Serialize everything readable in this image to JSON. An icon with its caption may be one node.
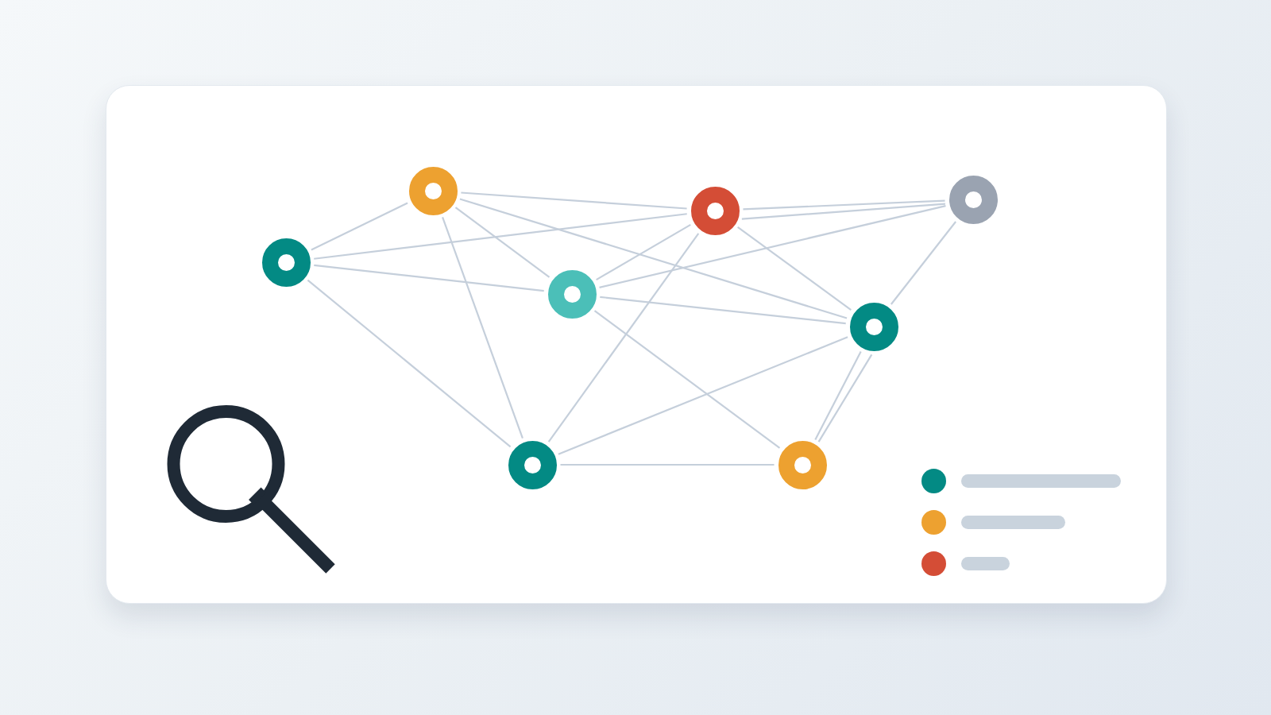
{
  "diagram": {
    "nodes": [
      {
        "text": [],
        "shape": "circle"
      },
      {
        "text": [],
        "shape": "circle"
      },
      {
        "text": [],
        "shape": "circle"
      },
      {
        "text": [],
        "shape": "circle"
      },
      {
        "text": [],
        "shape": "circle"
      },
      {
        "text": [],
        "shape": "circle"
      },
      {
        "text": [],
        "shape": "circle"
      },
      {
        "text": [],
        "shape": "circle"
      }
    ],
    "edges": [
      {
        "from": 0,
        "to": 3,
        "arrow": "none"
      },
      {
        "from": 0,
        "to": 1,
        "arrow": "none"
      },
      {
        "from": 0,
        "to": 4,
        "arrow": "none"
      },
      {
        "from": 0,
        "to": 5,
        "arrow": "none"
      },
      {
        "from": 0,
        "to": 6,
        "arrow": "none"
      },
      {
        "from": 1,
        "to": 2,
        "arrow": "none"
      },
      {
        "from": 1,
        "to": 2,
        "arrow": "none"
      },
      {
        "from": 4,
        "to": 2,
        "arrow": "none"
      },
      {
        "from": 3,
        "to": 1,
        "arrow": "none"
      },
      {
        "from": 1,
        "to": 4,
        "arrow": "none"
      },
      {
        "from": 1,
        "to": 6,
        "arrow": "none"
      },
      {
        "from": 1,
        "to": 5,
        "arrow": "none"
      },
      {
        "from": 2,
        "to": 5,
        "arrow": "none"
      },
      {
        "from": 3,
        "to": 4,
        "arrow": "none"
      },
      {
        "from": 3,
        "to": 6,
        "arrow": "none"
      },
      {
        "from": 4,
        "to": 5,
        "arrow": "none"
      },
      {
        "from": 4,
        "to": 7,
        "arrow": "none"
      },
      {
        "from": 5,
        "to": 6,
        "arrow": "none"
      },
      {
        "from": 5,
        "to": 7,
        "arrow": "none"
      },
      {
        "from": 5,
        "to": 7,
        "arrow": "none"
      },
      {
        "from": 6,
        "to": 7,
        "arrow": "none"
      }
    ]
  }
}
